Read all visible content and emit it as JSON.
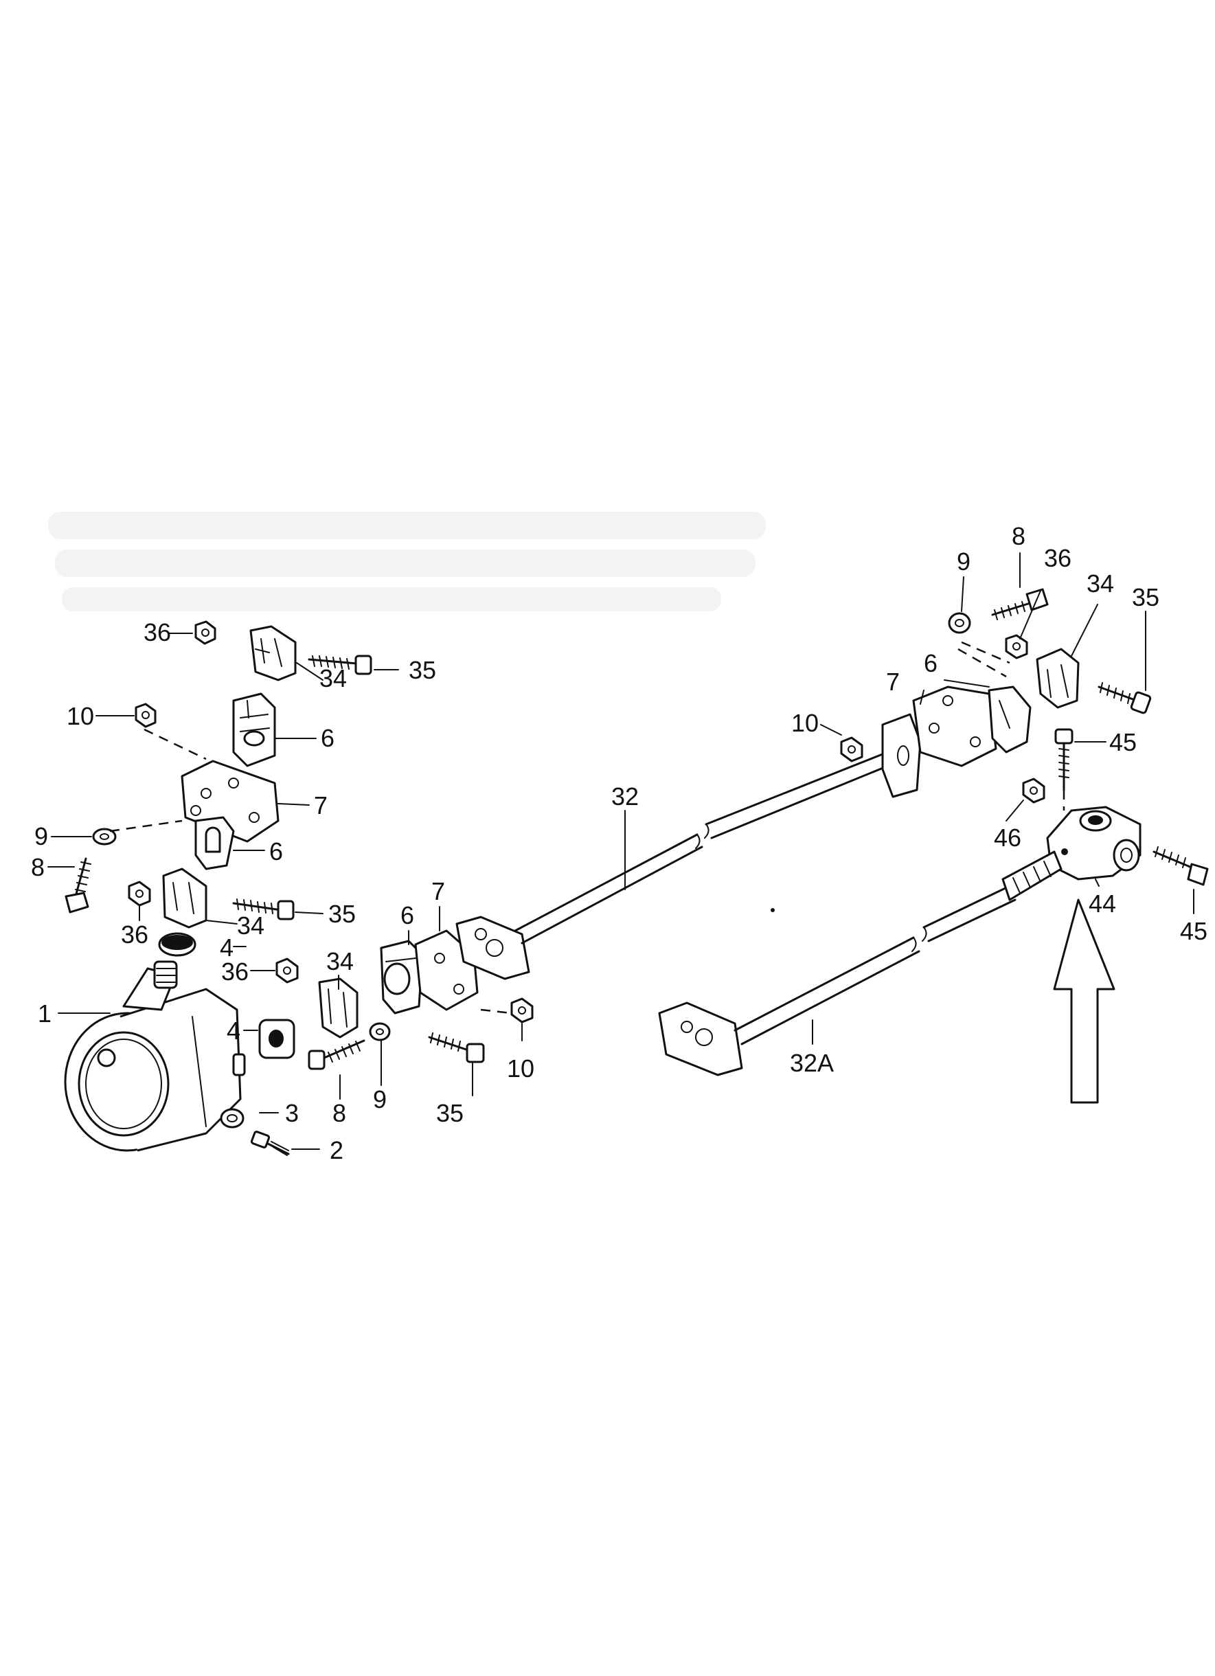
{
  "diagram": {
    "callouts": {
      "c1": "1",
      "c2": "2",
      "c3": "3",
      "c4a": "4",
      "c4b": "4",
      "c6a": "6",
      "c6b": "6",
      "c6c": "6",
      "c6d": "6",
      "c7a": "7",
      "c7b": "7",
      "c7c": "7",
      "c8a": "8",
      "c8b": "8",
      "c8c": "8",
      "c9a": "9",
      "c9b": "9",
      "c9c": "9",
      "c10a": "10",
      "c10b": "10",
      "c10c": "10",
      "c32": "32",
      "c32a": "32A",
      "c34a": "34",
      "c34b": "34",
      "c34c": "34",
      "c34d": "34",
      "c35a": "35",
      "c35b": "35",
      "c35c": "35",
      "c35d": "35",
      "c36a": "36",
      "c36b": "36",
      "c36c": "36",
      "c36d": "36",
      "c44": "44",
      "c45a": "45",
      "c45b": "45",
      "c46": "46"
    }
  }
}
